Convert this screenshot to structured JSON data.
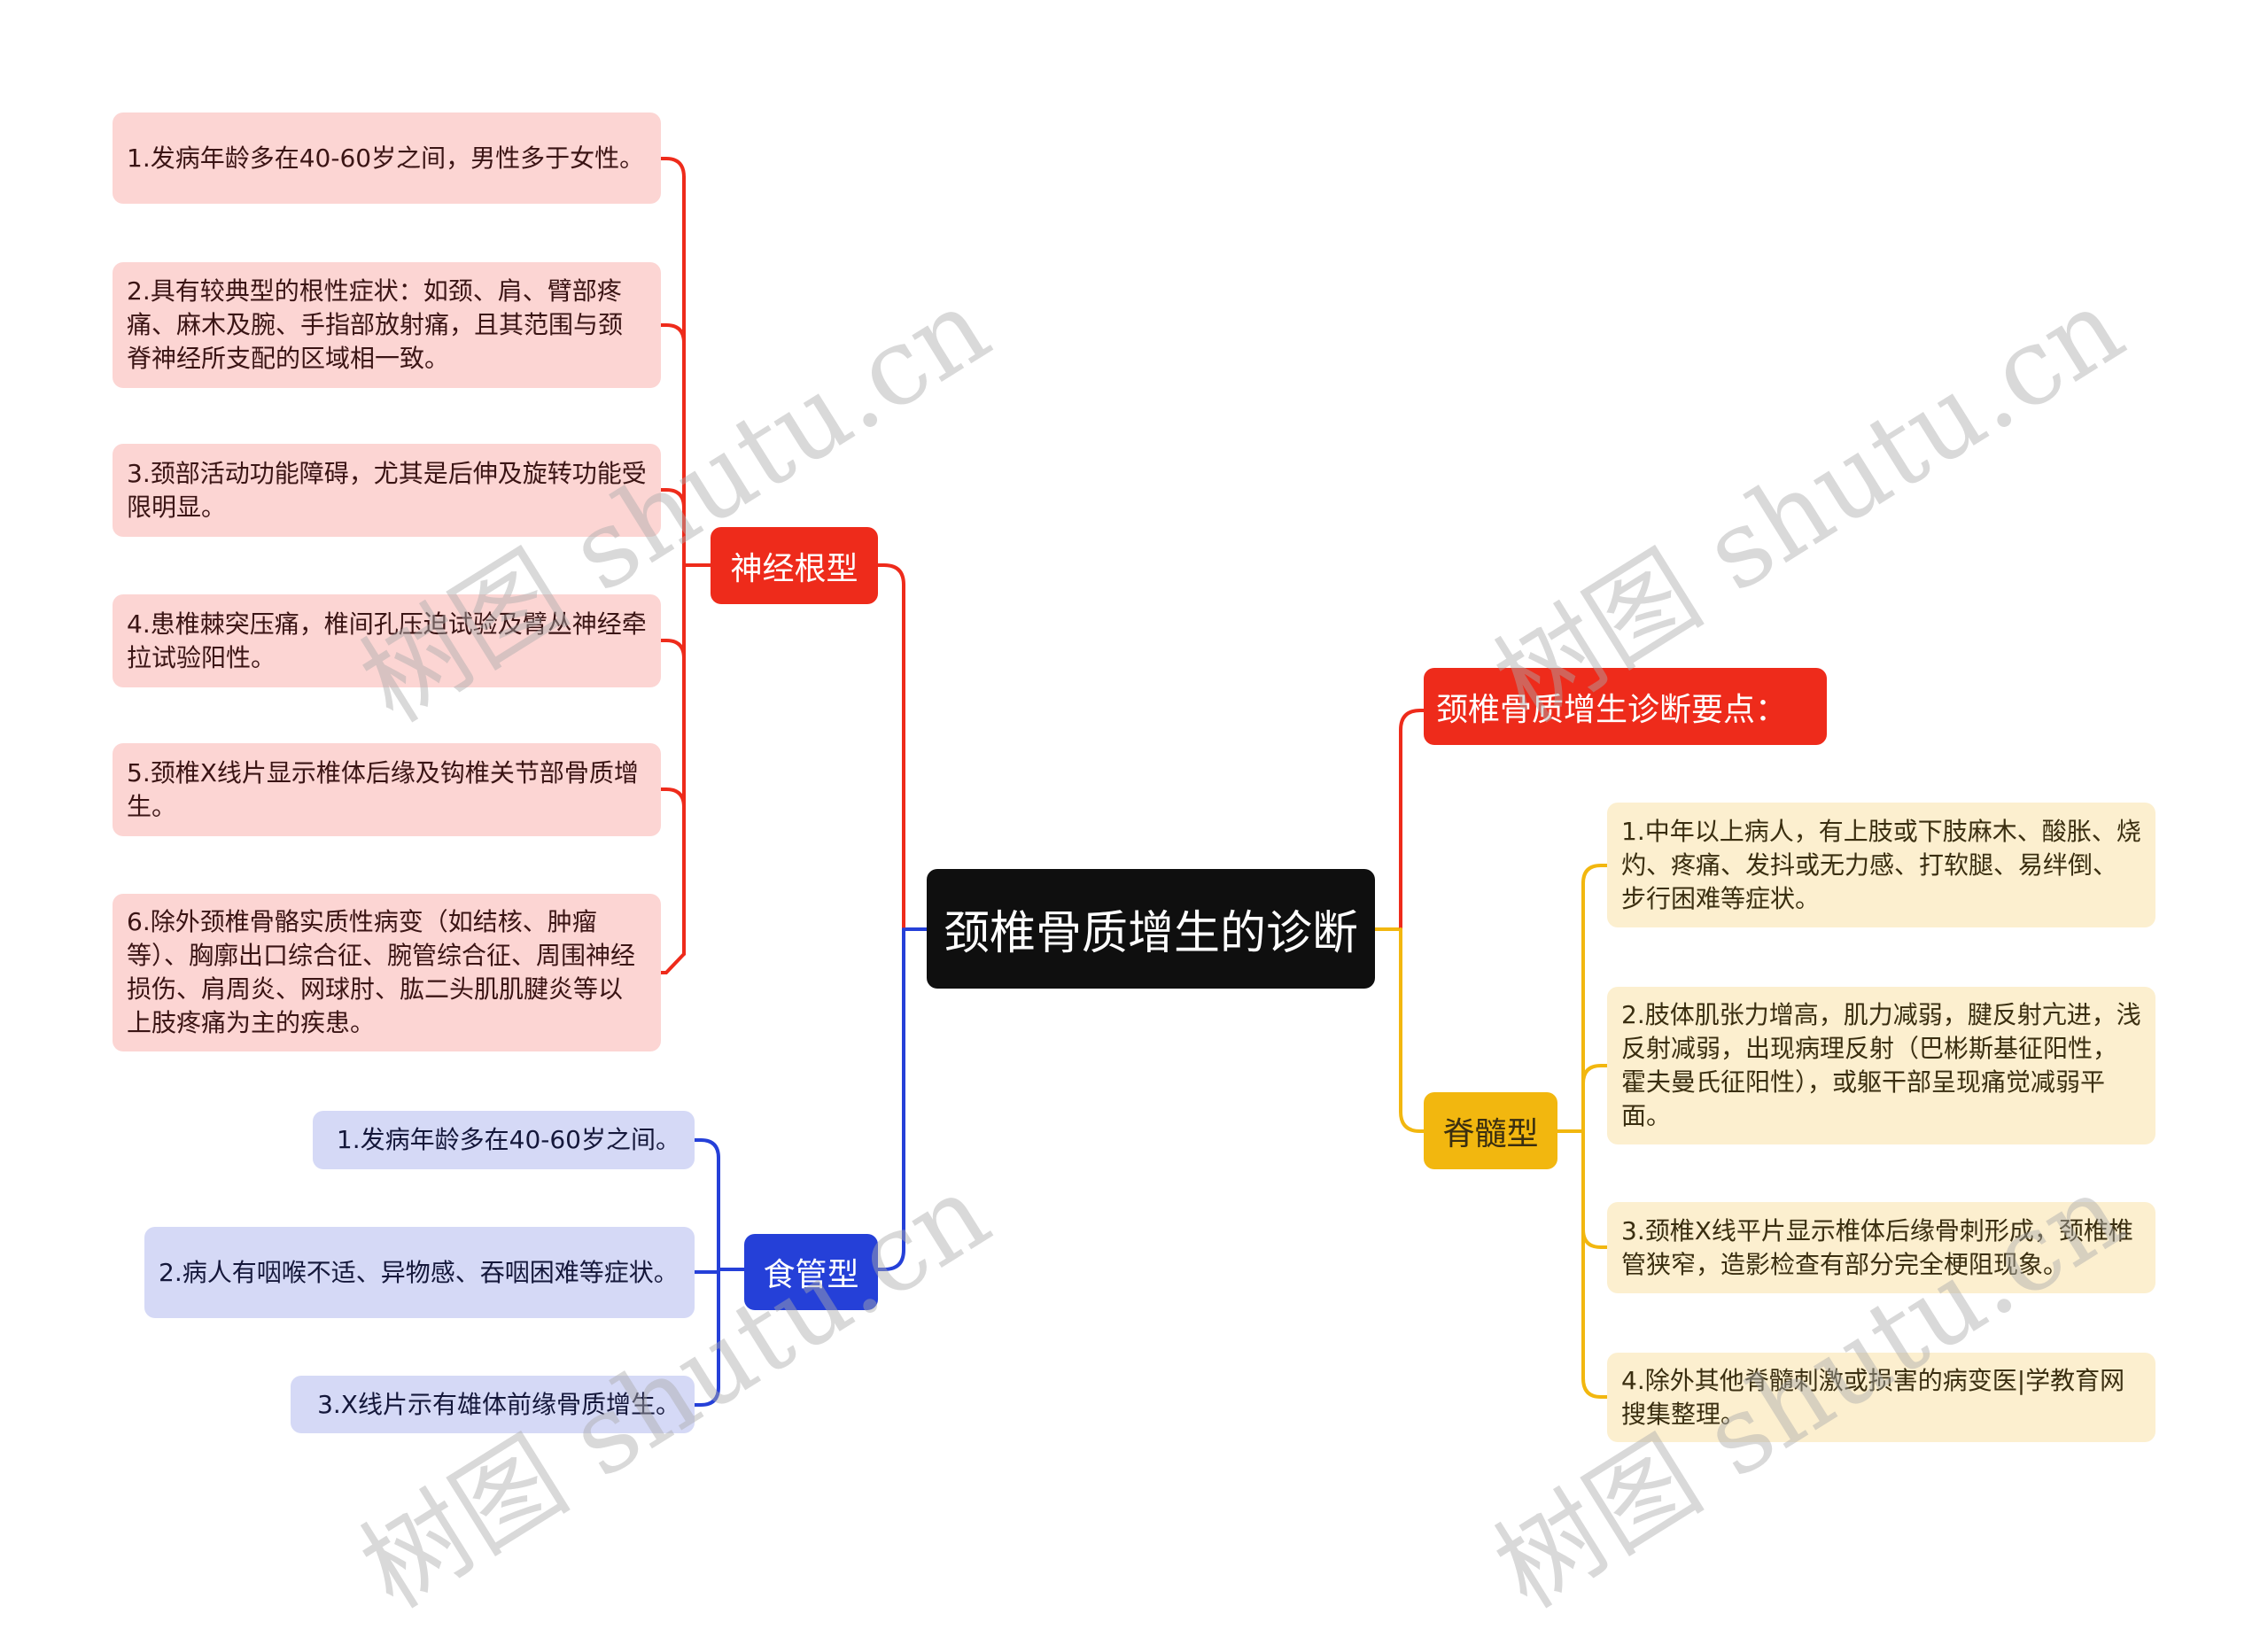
{
  "root": {
    "label": "颈椎骨质增生的诊断"
  },
  "branches": {
    "nerve_root": {
      "label": "神经根型",
      "color": "#ee2b1b",
      "items": [
        "1.发病年龄多在40-60岁之间，男性多于女性。",
        "2.具有较典型的根性症状：如颈、肩、臂部疼痛、麻木及腕、手指部放射痛，且其范围与颈脊神经所支配的区域相一致。",
        "3.颈部活动功能障碍，尤其是后伸及旋转功能受限明显。",
        "4.患椎棘突压痛，椎间孔压迫试验及臂丛神经牵拉试验阳性。",
        "5.颈椎X线片显示椎体后缘及钩椎关节部骨质增生。",
        "6.除外颈椎骨骼实质性病变（如结核、肿瘤等）、胸廓出口综合征、腕管综合征、周围神经损伤、肩周炎、网球肘、肱二头肌肌腱炎等以上肢疼痛为主的疾患。"
      ]
    },
    "esophageal": {
      "label": "食管型",
      "color": "#2540d8",
      "items": [
        "1.发病年龄多在40-60岁之间。",
        "2.病人有咽喉不适、异物感、吞咽困难等症状。",
        "3.X线片示有雄体前缘骨质增生。"
      ]
    },
    "key_points": {
      "label": "颈椎骨质增生诊断要点：",
      "color": "#ee2b1b"
    },
    "spinal_cord": {
      "label": "脊髓型",
      "color": "#f2b70f",
      "items": [
        "1.中年以上病人，有上肢或下肢麻木、酸胀、烧灼、疼痛、发抖或无力感、打软腿、易绊倒、步行困难等症状。",
        "2.肢体肌张力增高，肌力减弱，腱反射亢进，浅反射减弱，出现病理反射（巴彬斯基征阳性，霍夫曼氏征阳性），或躯干部呈现痛觉减弱平面。",
        "3.颈椎X线平片显示椎体后缘骨刺形成，颈椎椎管狭窄，造影检查有部分完全梗阻现象。",
        "4.除外其他脊髓刺激或损害的病变医|学教育网搜集整理。"
      ]
    }
  },
  "watermark": {
    "text": "树图 shutu.cn"
  }
}
